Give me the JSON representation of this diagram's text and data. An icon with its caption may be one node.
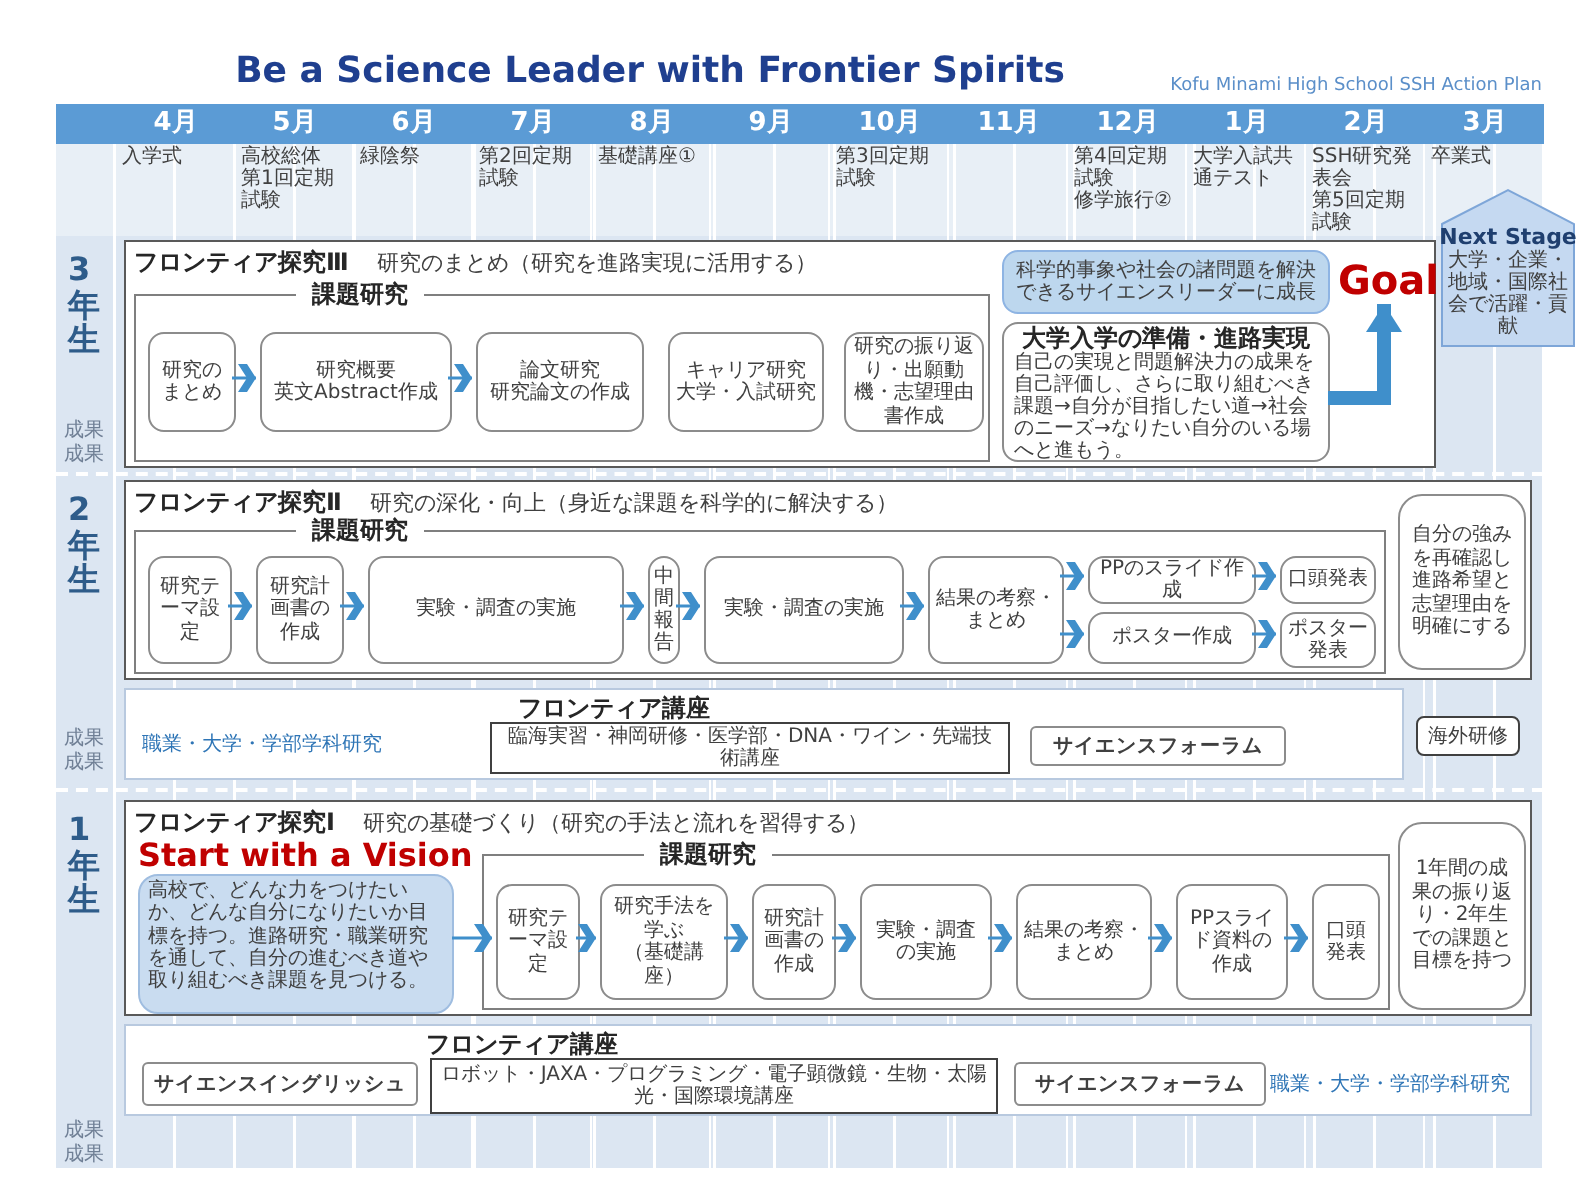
{
  "diagram": {
    "title": "Be a Science Leader with Frontier Spirits",
    "nodes": [
      {
        "text": [
          "フロンティア探究Ⅲ",
          "研究のまとめ（研究を進路実現に活用する）"
        ]
      },
      {
        "text": [
          "課題研究"
        ],
        "in": 0
      },
      {
        "text": [
          "研究のまとめ"
        ],
        "in": 1
      },
      {
        "text": [
          "研究概要",
          "英文Abstract作成"
        ],
        "in": 1
      },
      {
        "text": [
          "論文研究",
          "研究論文の作成"
        ],
        "in": 1
      },
      {
        "text": [
          "キャリア研究",
          "大学・入試研究"
        ],
        "in": 1
      },
      {
        "text": [
          "研究の振り返り・出願動機・志望理由書作成"
        ],
        "in": 1
      },
      {
        "text": [
          "科学的事象や社会の諸問題を解決できるサイエンスリーダーに成長"
        ],
        "in": 0
      },
      {
        "text": [
          "大学入学の準備・進路実現",
          "自己の実現と問題解決力の成果を自己評価し、さらに取り組むべき課題→自分が目指したい道→社会のニーズ→なりたい自分のいる場へと進もう。"
        ],
        "in": 0
      },
      {
        "text": [
          "Goal"
        ],
        "in": 0
      },
      {
        "text": [
          "Next Stage",
          "大学・企業・地域・国際社会で活躍・貢献"
        ]
      },
      {
        "text": [
          "フロンティア探究Ⅱ",
          "研究の深化・向上（身近な課題を科学的に解決する）"
        ]
      },
      {
        "text": [
          "課題研究"
        ],
        "in": 11
      },
      {
        "text": [
          "研究テーマ設定"
        ],
        "in": 12
      },
      {
        "text": [
          "研究計画書の作成"
        ],
        "in": 12
      },
      {
        "text": [
          "実験・調査の実施"
        ],
        "in": 12
      },
      {
        "text": [
          "中間報告"
        ],
        "in": 12
      },
      {
        "text": [
          "実験・調査の実施"
        ],
        "in": 12
      },
      {
        "text": [
          "結果の考察・まとめ"
        ],
        "in": 12
      },
      {
        "text": [
          "PPのスライド作成"
        ],
        "in": 12
      },
      {
        "text": [
          "口頭発表"
        ],
        "in": 12
      },
      {
        "text": [
          "ポスター作成"
        ],
        "in": 12
      },
      {
        "text": [
          "ポスター発表"
        ],
        "in": 12
      },
      {
        "text": [
          "自分の強みを再確認し進路希望と志望理由を明確にする"
        ],
        "in": 11
      },
      {
        "text": [
          "フロンティア講座",
          "職業・大学・学部学科研究"
        ]
      },
      {
        "text": [
          "臨海実習・神岡研修・医学部・DNA・ワイン・先端技術講座"
        ],
        "in": 24
      },
      {
        "text": [
          "サイエンスフォーラム"
        ],
        "in": 24
      },
      {
        "text": [
          "海外研修"
        ]
      },
      {
        "text": [
          "フロンティア探究Ⅰ",
          "研究の基礎づくり（研究の手法と流れを習得する）"
        ]
      },
      {
        "text": [
          "Start with a Vision",
          "高校で、どんな力をつけたいか、どんな自分になりたいか目標を持つ。進路研究・職業研究を通して、自分の進むべき道や取り組むべき課題を見つける。"
        ],
        "in": 28
      },
      {
        "text": [
          "課題研究"
        ],
        "in": 28
      },
      {
        "text": [
          "研究テーマ設定"
        ],
        "in": 30
      },
      {
        "text": [
          "研究手法を学ぶ",
          "（基礎講座）"
        ],
        "in": 30
      },
      {
        "text": [
          "研究計画書の作成"
        ],
        "in": 30
      },
      {
        "text": [
          "実験・調査の実施"
        ],
        "in": 30
      },
      {
        "text": [
          "結果の考察・まとめ"
        ],
        "in": 30
      },
      {
        "text": [
          "PPスライド資料の作成"
        ],
        "in": 30
      },
      {
        "text": [
          "口頭発表"
        ],
        "in": 30
      },
      {
        "text": [
          "1年間の成果の振り返り・2年生での課題と目標を持つ"
        ],
        "in": 28
      },
      {
        "text": [
          "フロンティア講座",
          "職業・大学・学部学科研究"
        ]
      },
      {
        "text": [
          "サイエンスイングリッシュ"
        ],
        "in": 39
      },
      {
        "text": [
          "ロボット・JAXA・プログラミング・電子顕微鏡・生物・太陽光・国際環境講座"
        ],
        "in": 39
      },
      {
        "text": [
          "サイエンスフォーラム"
        ],
        "in": 39
      }
    ],
    "edges": [
      {
        "from": 2,
        "to": 3,
        "arrow": "to"
      },
      {
        "from": 3,
        "to": 4,
        "arrow": "to"
      },
      {
        "from": 8,
        "to": 9,
        "arrow": "to",
        "style": "thick"
      },
      {
        "from": 13,
        "to": 14,
        "arrow": "to"
      },
      {
        "from": 14,
        "to": 15,
        "arrow": "to"
      },
      {
        "from": 15,
        "to": 16,
        "arrow": "to"
      },
      {
        "from": 16,
        "to": 17,
        "arrow": "to"
      },
      {
        "from": 17,
        "to": 18,
        "arrow": "to"
      },
      {
        "from": 18,
        "to": 19,
        "arrow": "to"
      },
      {
        "from": 18,
        "to": 21,
        "arrow": "to"
      },
      {
        "from": 19,
        "to": 20,
        "arrow": "to"
      },
      {
        "from": 21,
        "to": 22,
        "arrow": "to"
      },
      {
        "from": 29,
        "to": 31,
        "arrow": "to"
      },
      {
        "from": 31,
        "to": 32,
        "arrow": "to"
      },
      {
        "from": 32,
        "to": 33,
        "arrow": "to"
      },
      {
        "from": 33,
        "to": 34,
        "arrow": "to"
      },
      {
        "from": 34,
        "to": 35,
        "arrow": "to"
      },
      {
        "from": 35,
        "to": 36,
        "arrow": "to"
      },
      {
        "from": 36,
        "to": 37,
        "arrow": "to"
      }
    ],
    "labels": [
      "Kofu Minami High School SSH Action Plan",
      "4月",
      "5月",
      "6月",
      "7月",
      "8月",
      "9月",
      "10月",
      "11月",
      "12月",
      "1月",
      "2月",
      "3月",
      "入学式",
      "高校総体",
      "第1回定期試験",
      "緑陰祭",
      "第2回定期試験",
      "基礎講座①",
      "第3回定期試験",
      "第4回定期試験",
      "修学旅行②",
      "大学入試共通テスト",
      "SSH研究発表会",
      "第5回定期試験",
      "卒業式",
      "3年生",
      "成果",
      "成果",
      "2年生",
      "成果",
      "成果",
      "1年生",
      "成果",
      "成果"
    ]
  }
}
